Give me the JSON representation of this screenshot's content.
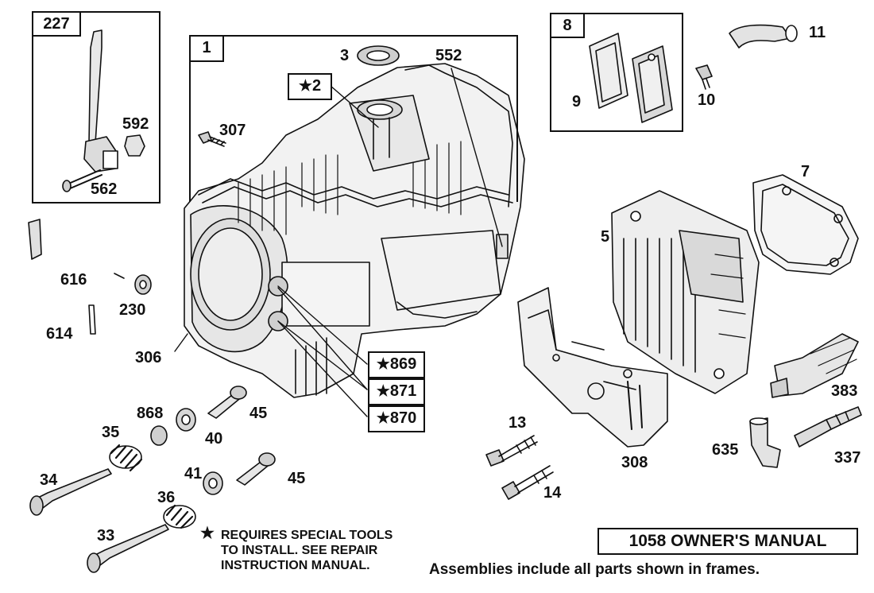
{
  "manual_title": "1058 OWNER'S MANUAL",
  "footer_note": "Assemblies include all parts shown in frames.",
  "special_tools_note": {
    "symbol": "★",
    "lines": [
      "REQUIRES SPECIAL TOOLS",
      "TO INSTALL.  SEE REPAIR",
      "INSTRUCTION MANUAL."
    ]
  },
  "frames": {
    "f227": "227",
    "f1": "1",
    "f8": "8"
  },
  "starred_parts": {
    "p2": "2",
    "p869": "869",
    "p871": "871",
    "p870": "870"
  },
  "part_labels": {
    "p3": "3",
    "p552": "552",
    "p11": "11",
    "p10": "10",
    "p9": "9",
    "p592": "592",
    "p562": "562",
    "p307": "307",
    "p7": "7",
    "p5": "5",
    "p616": "616",
    "p230": "230",
    "p614": "614",
    "p306": "306",
    "p868": "868",
    "p35": "35",
    "p45a": "45",
    "p40": "40",
    "p34": "34",
    "p41": "41",
    "p45b": "45",
    "p36": "36",
    "p33": "33",
    "p13": "13",
    "p14": "14",
    "p308": "308",
    "p383": "383",
    "p635": "635",
    "p337": "337"
  },
  "colors": {
    "ink": "#111111",
    "background": "#ffffff",
    "shade": "#cfcfcf"
  }
}
